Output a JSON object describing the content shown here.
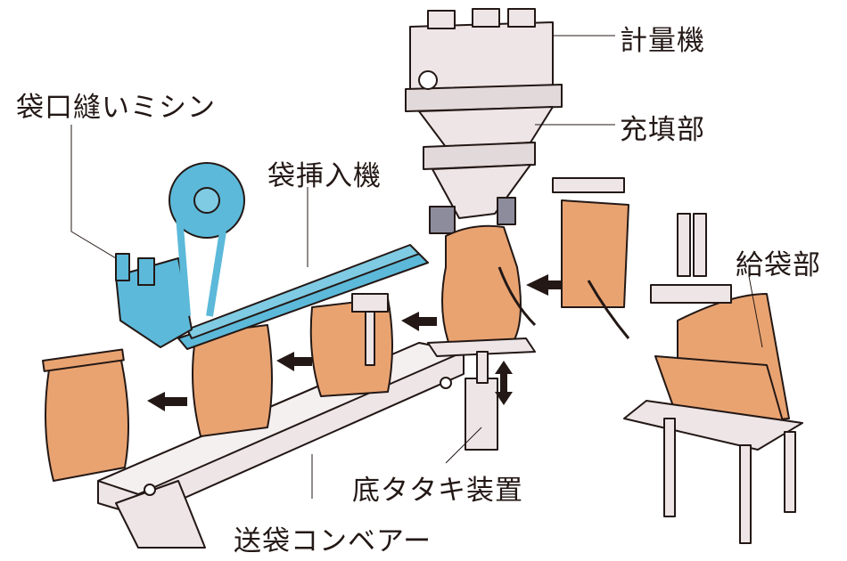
{
  "labels": {
    "weigher": "計量機",
    "filling": "充填部",
    "sewing_machine": "袋口縫いミシン",
    "bag_inserter": "袋挿入機",
    "bag_feeder": "給袋部",
    "bottom_tapper": "底タタキ装置",
    "conveyor": "送袋コンベアー"
  },
  "colors": {
    "bag": "#e9a371",
    "machine": "#ede5e6",
    "sewing_blue": "#5cb9d9",
    "outline": "#231815"
  }
}
